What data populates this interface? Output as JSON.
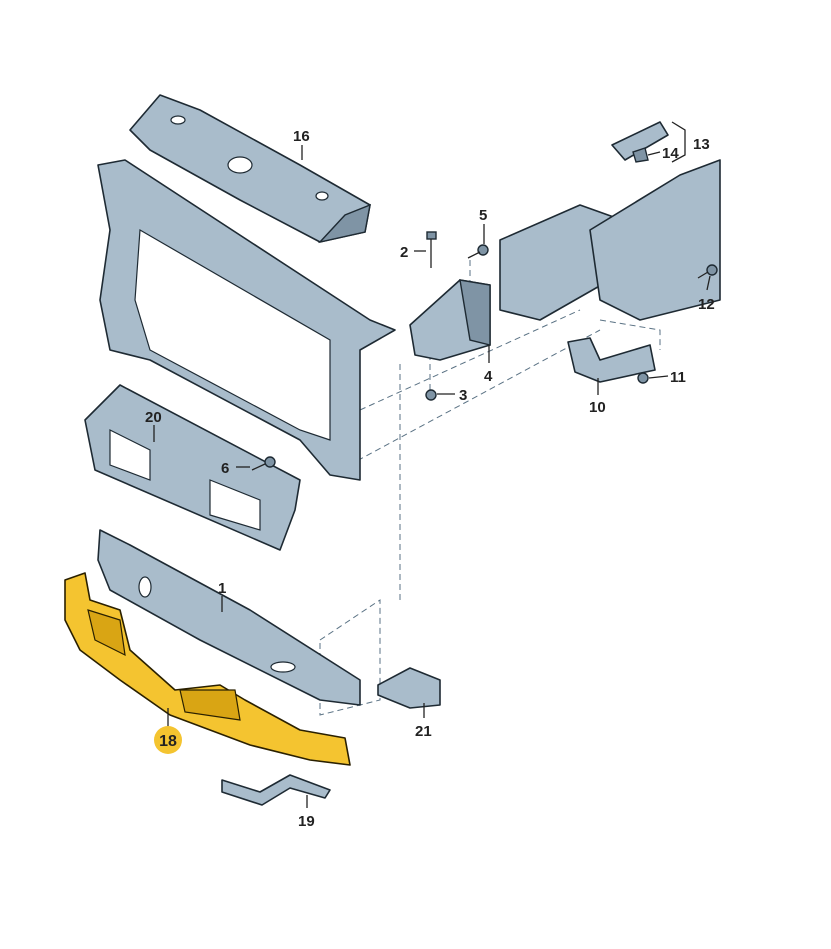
{
  "labels": {
    "p1": "1",
    "p2": "2",
    "p3": "3",
    "p4": "4",
    "p5": "5",
    "p6": "6",
    "p10": "10",
    "p11": "11",
    "p12": "12",
    "p13": "13",
    "p14": "14",
    "p16": "16",
    "p18": "18",
    "p19": "19",
    "p20": "20",
    "p21": "21"
  },
  "colors": {
    "part": "#a9bccb",
    "highlight": "#f4c430",
    "outline": "#1e2a33"
  }
}
